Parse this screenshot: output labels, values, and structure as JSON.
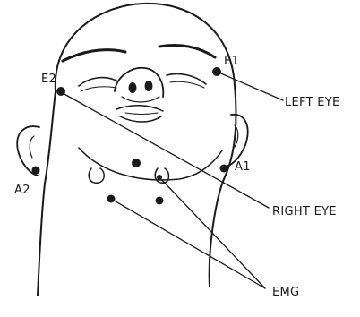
{
  "electrodes": {
    "e1": {
      "label": "E1"
    },
    "e2": {
      "label": "E2"
    },
    "a1": {
      "label": "A1"
    },
    "a2": {
      "label": "A2"
    }
  },
  "callouts": {
    "left_eye": "LEFT EYE",
    "right_eye": "RIGHT EYE",
    "emg": "EMG"
  },
  "colors": {
    "ink": "#1a1a1a",
    "background": "#ffffff"
  }
}
